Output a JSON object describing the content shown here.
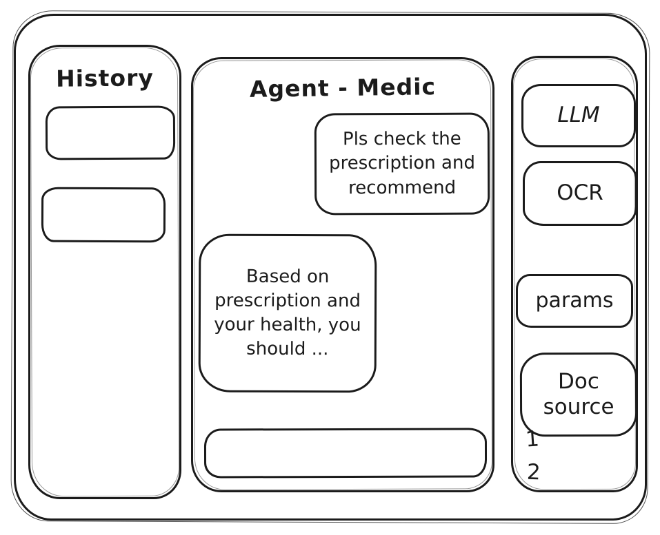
{
  "history_panel": {
    "title": "History"
  },
  "chat_panel": {
    "title": "Agent - Medic",
    "messages": [
      {
        "role": "user",
        "text": "Pls check the prescription and recommend"
      },
      {
        "role": "assistant",
        "text": "Based on prescription and your health, you should ..."
      }
    ],
    "input": {
      "value": "",
      "placeholder": ""
    }
  },
  "tools_panel": {
    "llm_label": "LLM",
    "ocr_label": "OCR",
    "params_label": "params",
    "doc_source_label": "Doc source",
    "doc_source_items": [
      "1",
      "2"
    ]
  },
  "colors": {
    "stroke": "#1b1b1b",
    "background": "#ffffff"
  }
}
